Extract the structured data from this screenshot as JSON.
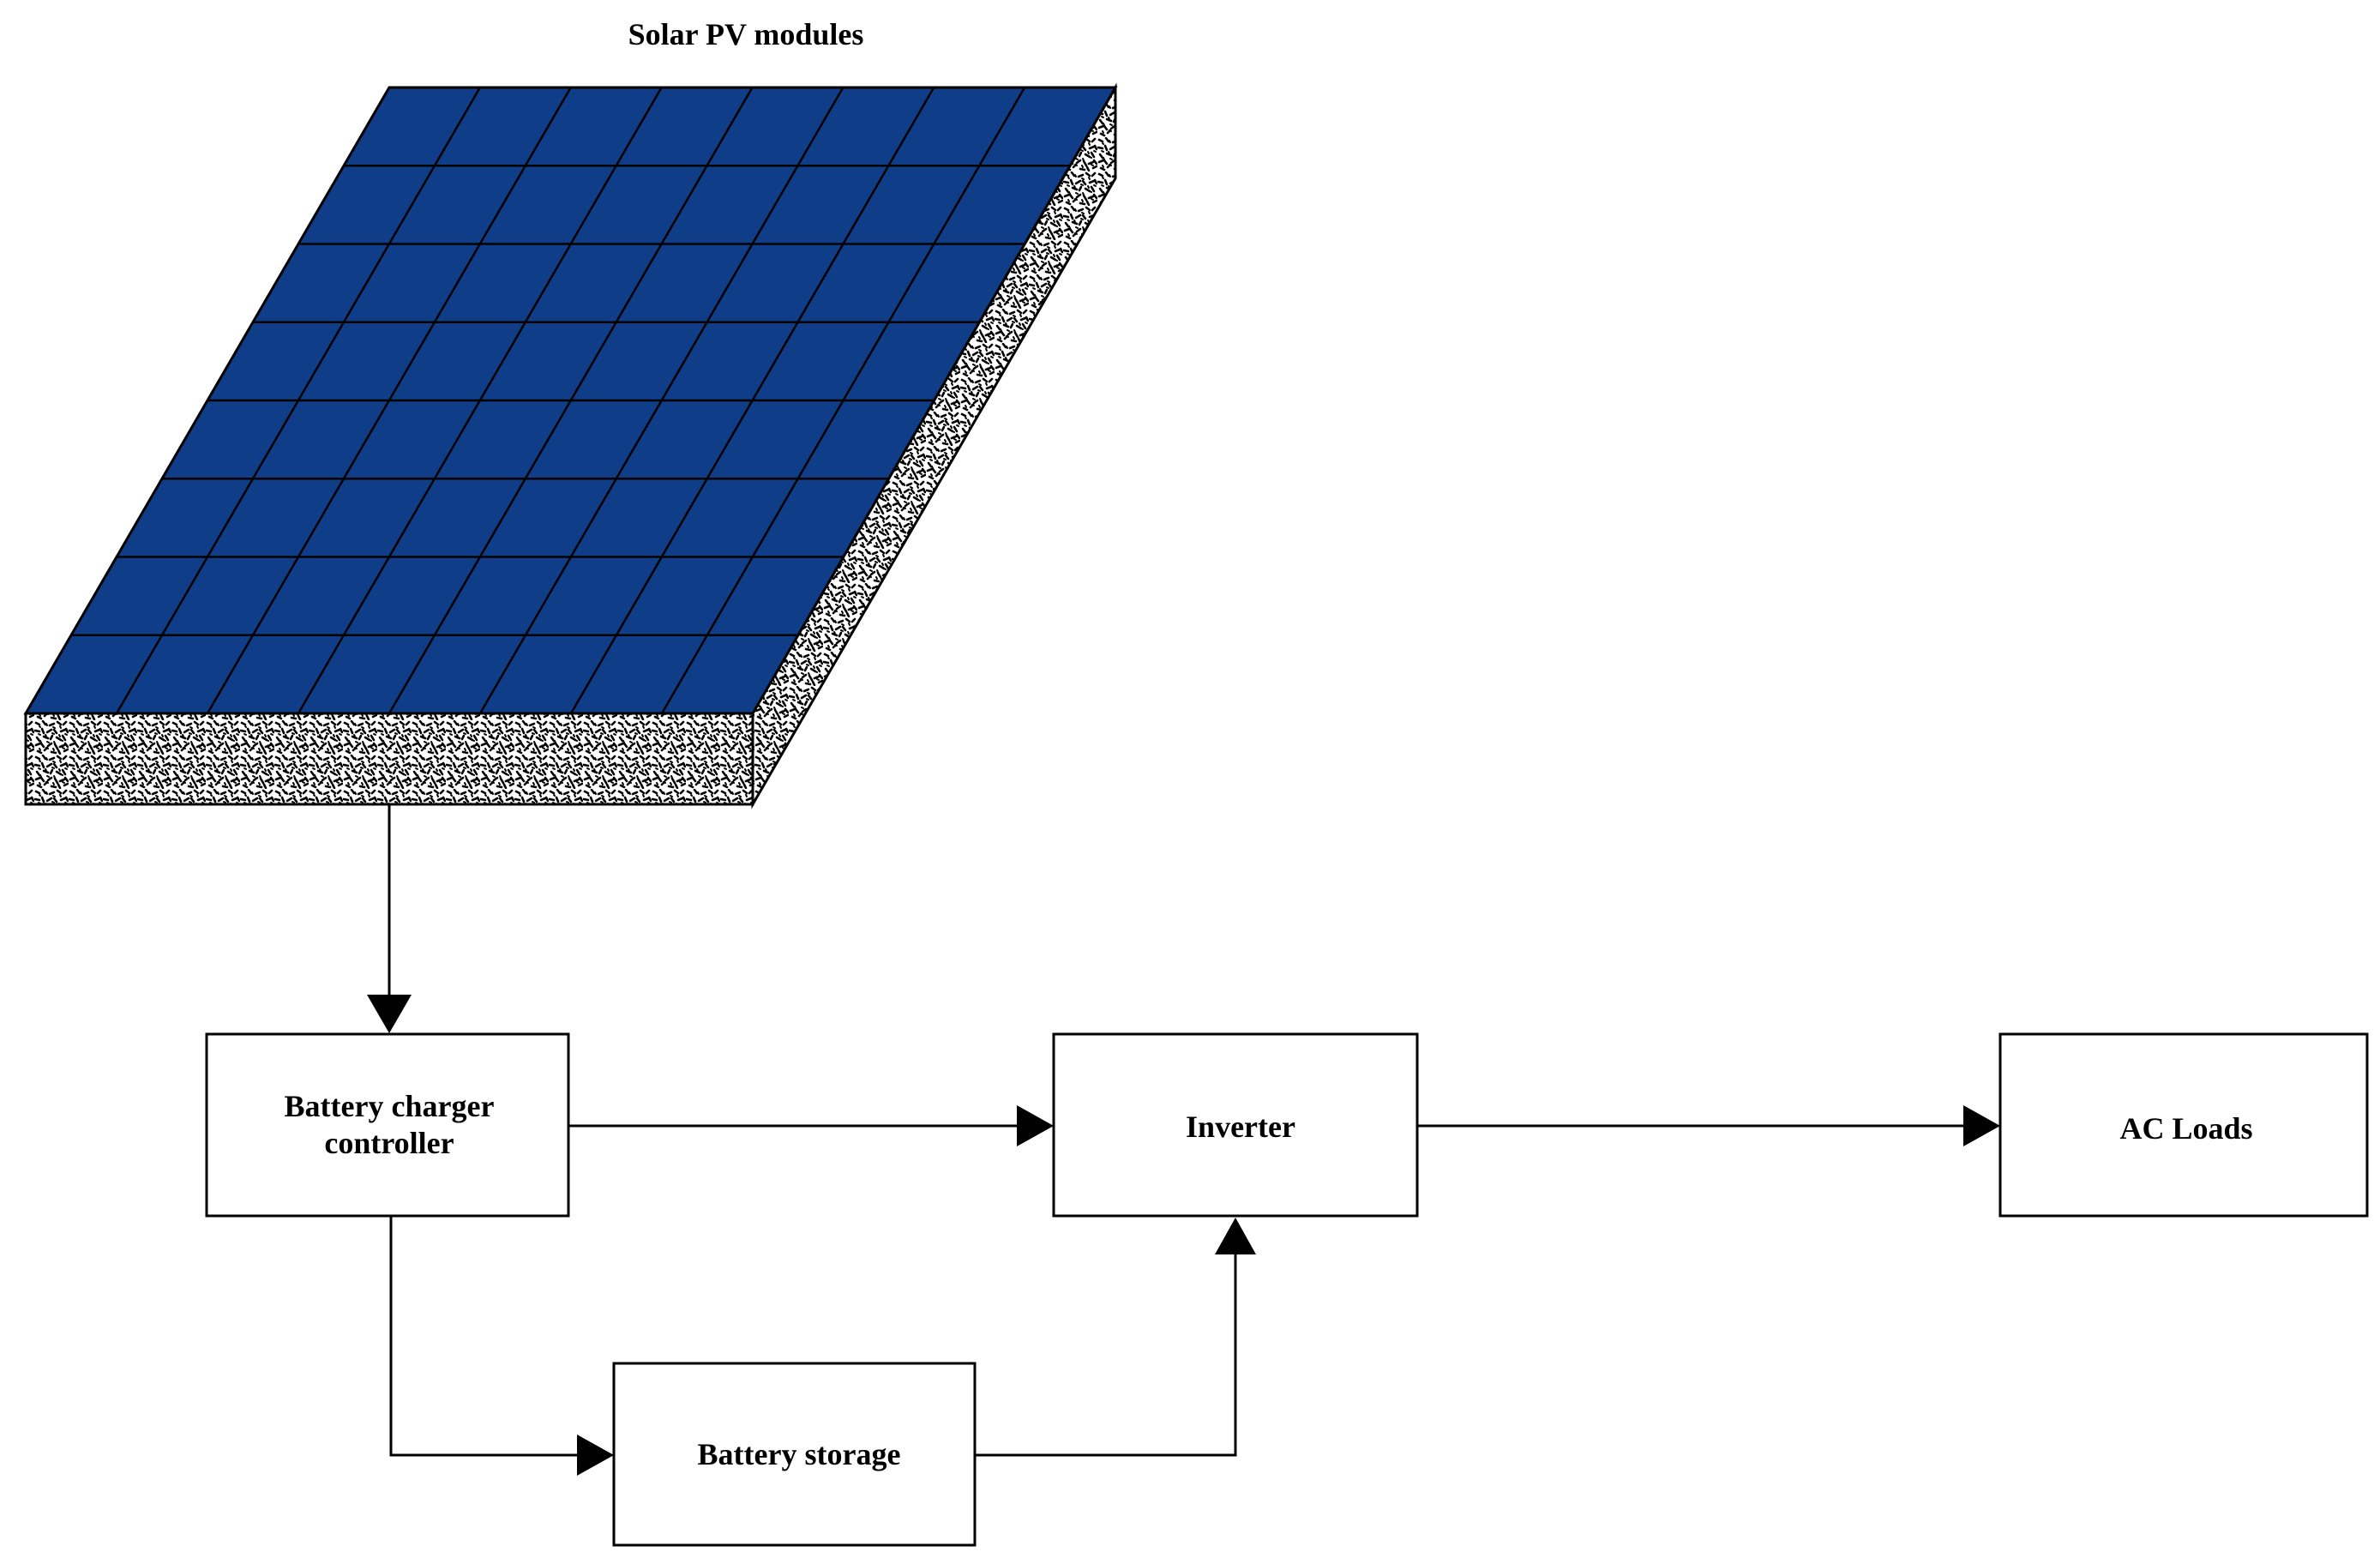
{
  "solar_panel": {
    "title": "Solar PV modules",
    "cell_color": "#0f3d87",
    "grid_columns": 8,
    "grid_rows": 8
  },
  "blocks": {
    "charger": {
      "line1": "Battery charger",
      "line2": "controller"
    },
    "inverter": {
      "label": "Inverter"
    },
    "loads": {
      "label": "AC Loads"
    },
    "storage": {
      "label": "Battery storage"
    }
  },
  "connections": [
    {
      "from": "Solar PV modules",
      "to": "Battery charger controller"
    },
    {
      "from": "Battery charger controller",
      "to": "Inverter"
    },
    {
      "from": "Inverter",
      "to": "AC Loads"
    },
    {
      "from": "Battery charger controller",
      "to": "Battery storage"
    },
    {
      "from": "Battery storage",
      "to": "Inverter"
    }
  ]
}
